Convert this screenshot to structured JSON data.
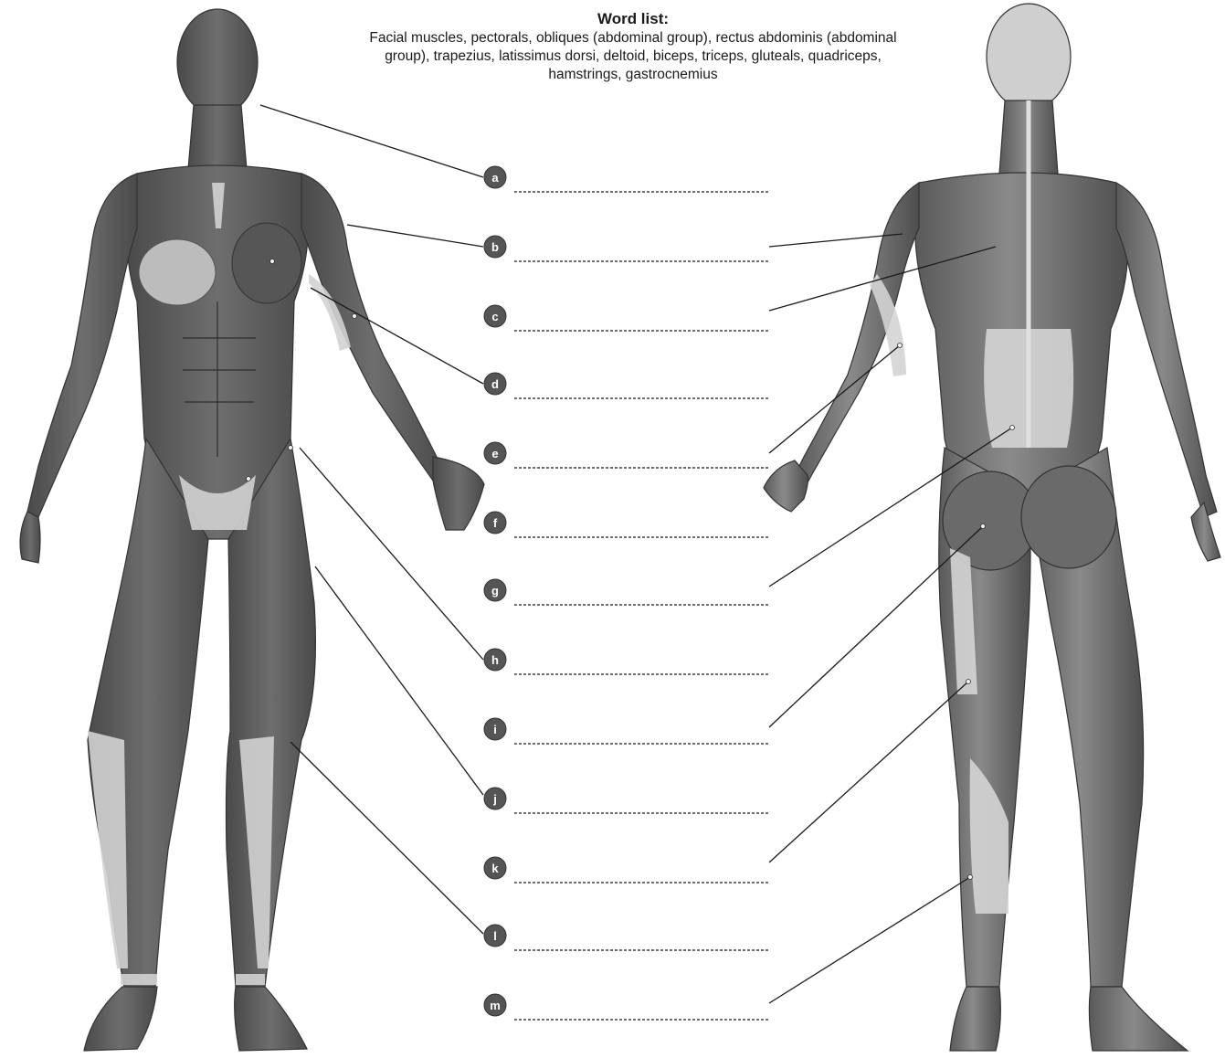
{
  "word_list": {
    "title": "Word list:",
    "text": "Facial muscles, pectorals, obliques (abdominal group), rectus abdominis (abdominal group), trapezius, latissimus dorsi, deltoid, biceps,  triceps,  gluteals, quadriceps, hamstrings, gastrocnemius"
  },
  "blanks": [
    {
      "letter": "a",
      "answer": ""
    },
    {
      "letter": "b",
      "answer": ""
    },
    {
      "letter": "c",
      "answer": ""
    },
    {
      "letter": "d",
      "answer": ""
    },
    {
      "letter": "e",
      "answer": ""
    },
    {
      "letter": "f",
      "answer": ""
    },
    {
      "letter": "g",
      "answer": ""
    },
    {
      "letter": "h",
      "answer": ""
    },
    {
      "letter": "i",
      "answer": ""
    },
    {
      "letter": "j",
      "answer": ""
    },
    {
      "letter": "k",
      "answer": ""
    },
    {
      "letter": "l",
      "answer": ""
    },
    {
      "letter": "m",
      "answer": ""
    }
  ],
  "colors": {
    "muscle_dark": "#555555",
    "muscle_mid": "#7a7a7a",
    "tendon_light": "#d4d4d4",
    "badge": "#555555",
    "leader_line": "#1a1a1a"
  }
}
